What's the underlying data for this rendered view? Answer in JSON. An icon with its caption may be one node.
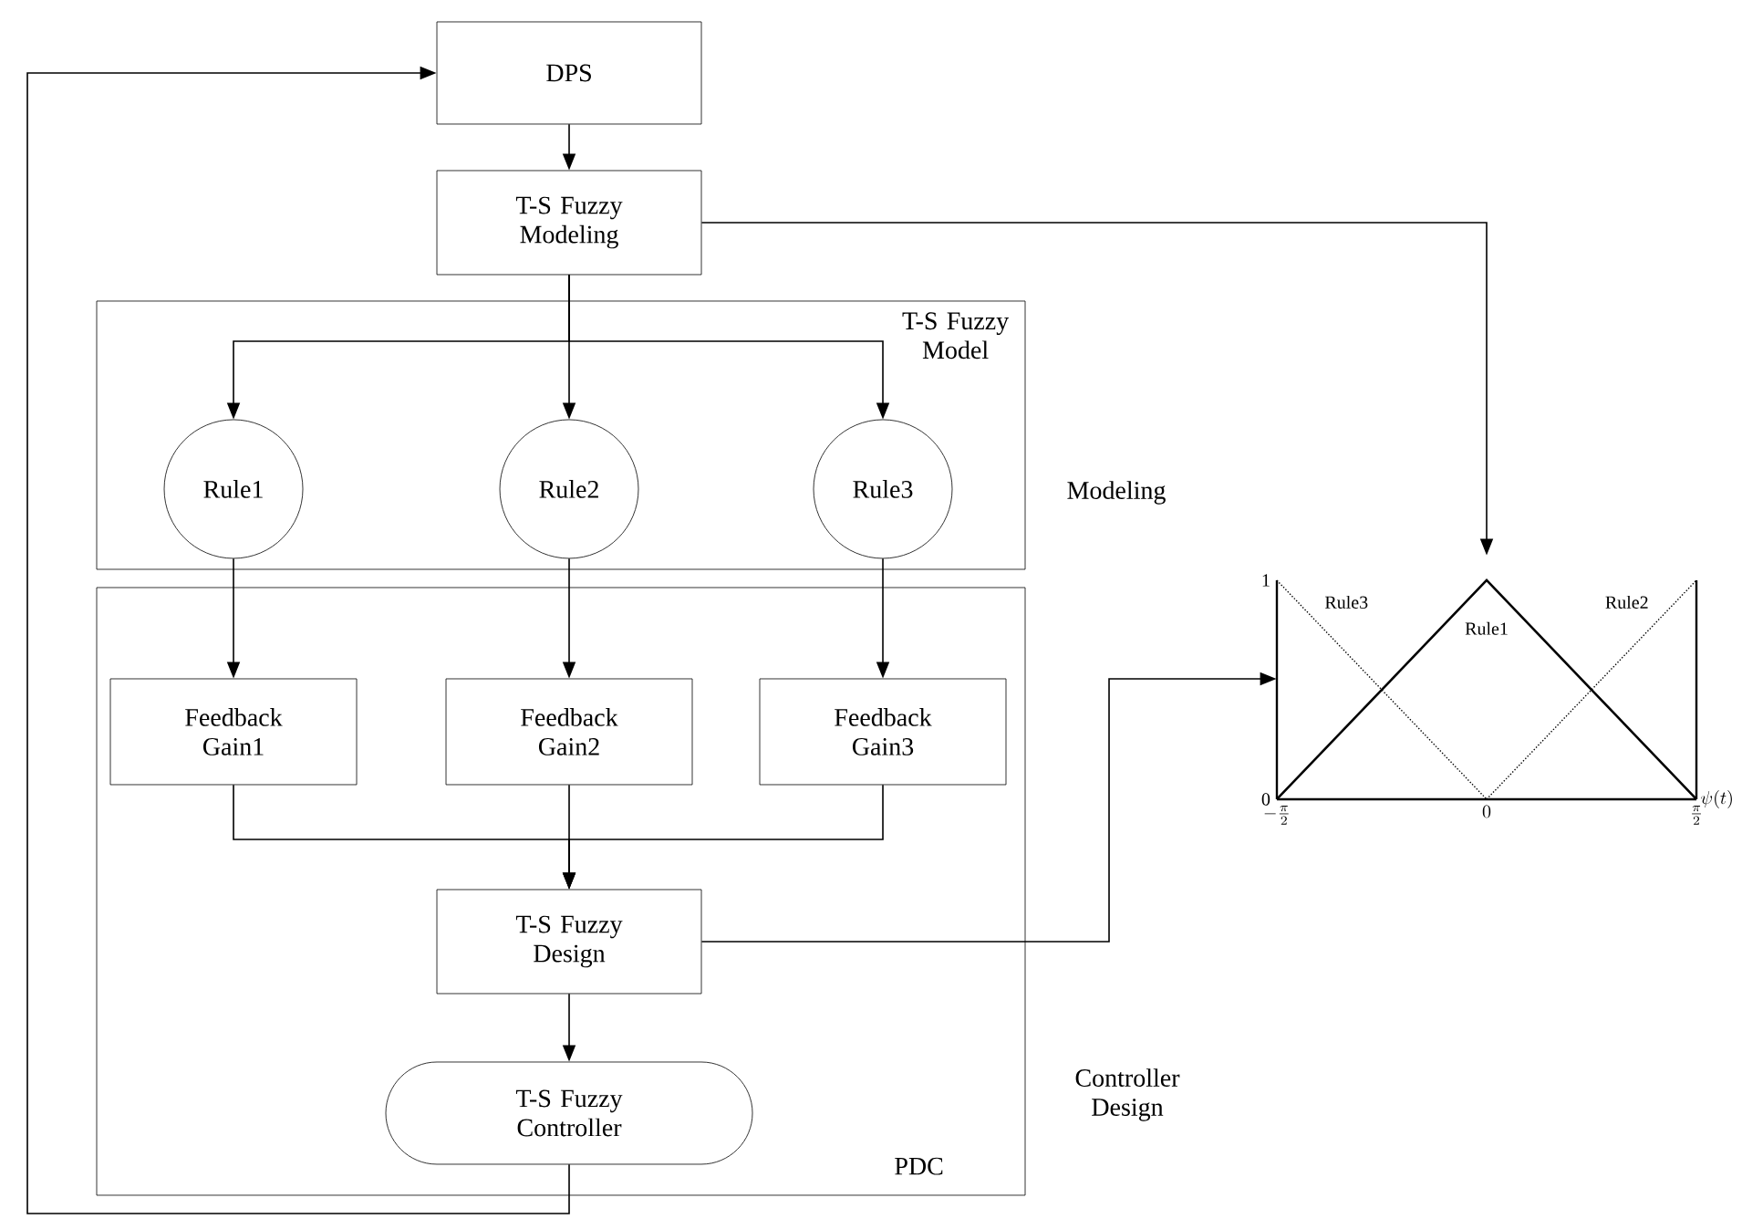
{
  "diagram": {
    "nodes": [
      {
        "text": [
          "DPS"
        ]
      },
      {
        "text": [
          "T-S Fuzzy Modeling"
        ]
      },
      {
        "text": [
          "T-S Fuzzy Model"
        ]
      },
      {
        "text": [
          "Rule1"
        ],
        "in": 2
      },
      {
        "text": [
          "Rule2"
        ],
        "in": 2
      },
      {
        "text": [
          "Rule3"
        ],
        "in": 2
      },
      {
        "text": [
          "PDC"
        ]
      },
      {
        "text": [
          "Feedback Gain1"
        ],
        "in": 6
      },
      {
        "text": [
          "Feedback Gain2"
        ],
        "in": 6
      },
      {
        "text": [
          "Feedback Gain3"
        ],
        "in": 6
      },
      {
        "text": [
          "T-S Fuzzy Design"
        ],
        "in": 6
      },
      {
        "text": [
          "T-S Fuzzy Controller"
        ],
        "in": 6
      },
      {
        "text": [],
        "shape": "picture"
      }
    ],
    "edges": [
      {
        "from": 11,
        "to": 0,
        "arrow": "to"
      },
      {
        "from": 0,
        "to": 1,
        "arrow": "to"
      },
      {
        "from": 1,
        "to": 12,
        "arrow": "to"
      },
      {
        "from": 1,
        "to": 3,
        "arrow": "to"
      },
      {
        "from": 1,
        "to": 4,
        "arrow": "to"
      },
      {
        "from": 1,
        "to": 5,
        "arrow": "to"
      },
      {
        "from": 3,
        "to": 7,
        "arrow": "to"
      },
      {
        "from": 4,
        "to": 8,
        "arrow": "to"
      },
      {
        "from": 5,
        "to": 9,
        "arrow": "to"
      },
      {
        "from": 7,
        "to": 10,
        "arrow": "to"
      },
      {
        "from": 8,
        "to": 10,
        "arrow": "to"
      },
      {
        "from": 9,
        "to": 10,
        "arrow": "to"
      },
      {
        "from": 10,
        "to": 11,
        "arrow": "to"
      },
      {
        "from": 10,
        "to": 12,
        "arrow": "to"
      }
    ],
    "labels": [
      "Modeling",
      "Controller Design"
    ],
    "chart_data": {
      "type": "line",
      "xlabel": "\\psi(t)",
      "x": [
        -1.5708,
        0,
        1.5708
      ],
      "series": [
        {
          "name": "Rule1",
          "color": "#000000",
          "values": [
            0,
            1,
            0
          ]
        },
        {
          "name": "Rule2",
          "color": "#000000",
          "line_style": "dotted",
          "values": [
            null,
            0,
            1
          ]
        },
        {
          "name": "Rule3",
          "color": "#000000",
          "line_style": "dotted",
          "values": [
            1,
            0,
            null
          ]
        }
      ],
      "xlim": [
        -1.5708,
        1.5708
      ],
      "ylim": [
        0,
        1
      ],
      "xticks": [
        {
          "value": -1.5708,
          "label": "-\\frac{\\pi}{2}"
        },
        {
          "value": 0,
          "label": "0"
        },
        {
          "value": 1.5708,
          "label": "\\frac{\\pi}{2}"
        }
      ],
      "yticks": [
        0,
        1
      ]
    }
  }
}
